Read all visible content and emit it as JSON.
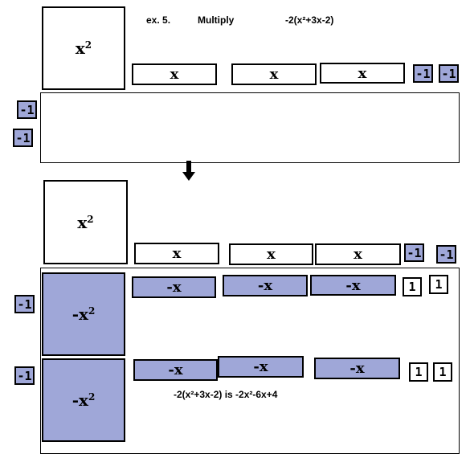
{
  "header": {
    "example": "ex. 5.",
    "instruction": "Multiply",
    "expression": "-2(x²+3x-2)"
  },
  "tiles": {
    "x2": "x",
    "x2_exp": "2",
    "neg_x2": "-x",
    "x": "x",
    "neg_x": "-x",
    "neg_one": "-1",
    "one": "1"
  },
  "result": "-2(x²+3x-2) is  -2x²-6x+4",
  "colors": {
    "negative_tile": "#9fa7d8",
    "positive_tile": "#ffffff"
  },
  "icons": {
    "step": "arrow-down-icon"
  }
}
